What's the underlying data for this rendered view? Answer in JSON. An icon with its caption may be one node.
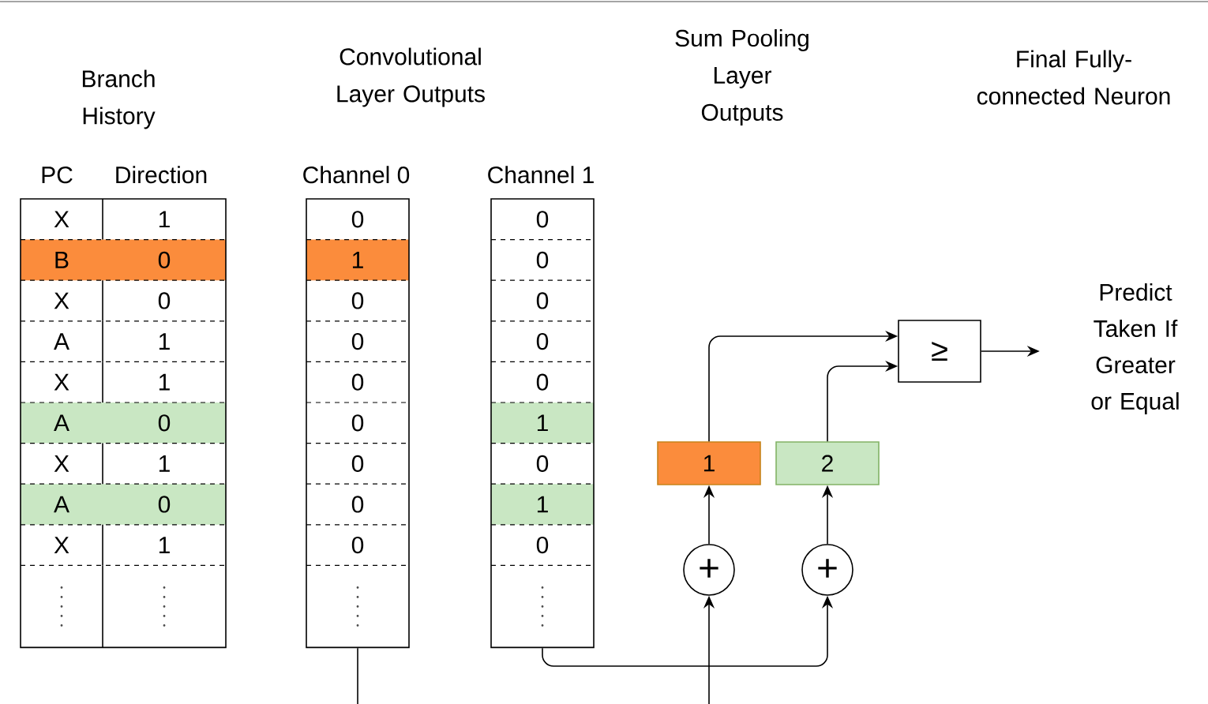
{
  "diagram": {
    "nodes": [
      {
        "text": [
          "PC",
          "Direction",
          "X",
          "1",
          "B",
          "0",
          "X",
          "0",
          "A",
          "1",
          "X",
          "1",
          "A",
          "0",
          "X",
          "1",
          "A",
          "0",
          "X",
          "1"
        ]
      },
      {
        "text": [
          "Channel 0",
          "0",
          "1",
          "0",
          "0",
          "0",
          "0",
          "0",
          "0",
          "0"
        ]
      },
      {
        "text": [
          "Channel 1",
          "0",
          "0",
          "0",
          "0",
          "0",
          "1",
          "0",
          "1",
          "0"
        ]
      },
      {
        "text": [
          "+"
        ]
      },
      {
        "text": [
          "+"
        ]
      },
      {
        "text": [
          "1"
        ]
      },
      {
        "text": [
          "2"
        ]
      },
      {
        "text": [
          "≥"
        ]
      },
      {
        "text": [
          "Predict Taken If Greater or Equal"
        ]
      }
    ],
    "edges": [
      {
        "from": 1,
        "to": 3,
        "arrow": "to"
      },
      {
        "from": 2,
        "to": 4,
        "arrow": "to"
      },
      {
        "from": 3,
        "to": 5,
        "arrow": "to"
      },
      {
        "from": 4,
        "to": 6,
        "arrow": "to"
      },
      {
        "from": 5,
        "to": 7,
        "arrow": "to"
      },
      {
        "from": 6,
        "to": 7,
        "arrow": "to"
      },
      {
        "from": 7,
        "to": 8,
        "arrow": "to"
      }
    ],
    "labels": [
      "Branch History",
      "Convolutional Layer Outputs",
      "Sum Pooling Layer Outputs",
      "Final Fully-connected Neuron"
    ]
  }
}
